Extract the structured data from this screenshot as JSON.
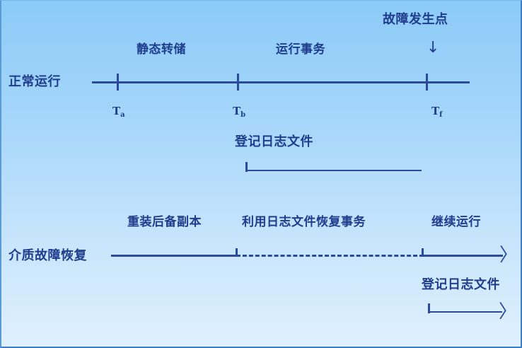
{
  "diagram": {
    "title_text_color": "#1F3D8C",
    "line_color": "#2B4A9B",
    "background_top": "#8CCBF8",
    "background_bottom": "#DFF0FD",
    "row_normal": {
      "axis_label": "正常运行",
      "segment_labels": [
        {
          "text": "静态转储"
        },
        {
          "text": "运行事务"
        }
      ],
      "failure_label": "故障发生点",
      "failure_arrow_glyph": "↓",
      "ticks": [
        {
          "name": "Ta",
          "base": "T",
          "sub": "a"
        },
        {
          "name": "Tb",
          "base": "T",
          "sub": "b"
        },
        {
          "name": "Tf",
          "base": "T",
          "sub": "f"
        }
      ],
      "bracket_label": "登记日志文件"
    },
    "row_recovery": {
      "axis_label": "介质故障恢复",
      "segment_labels": [
        {
          "text": "重装后备副本"
        },
        {
          "text": "利用日志文件恢复事务"
        },
        {
          "text": "继续运行"
        }
      ],
      "bracket_label": "登记日志文件",
      "arrow_glyph": "〉"
    }
  }
}
